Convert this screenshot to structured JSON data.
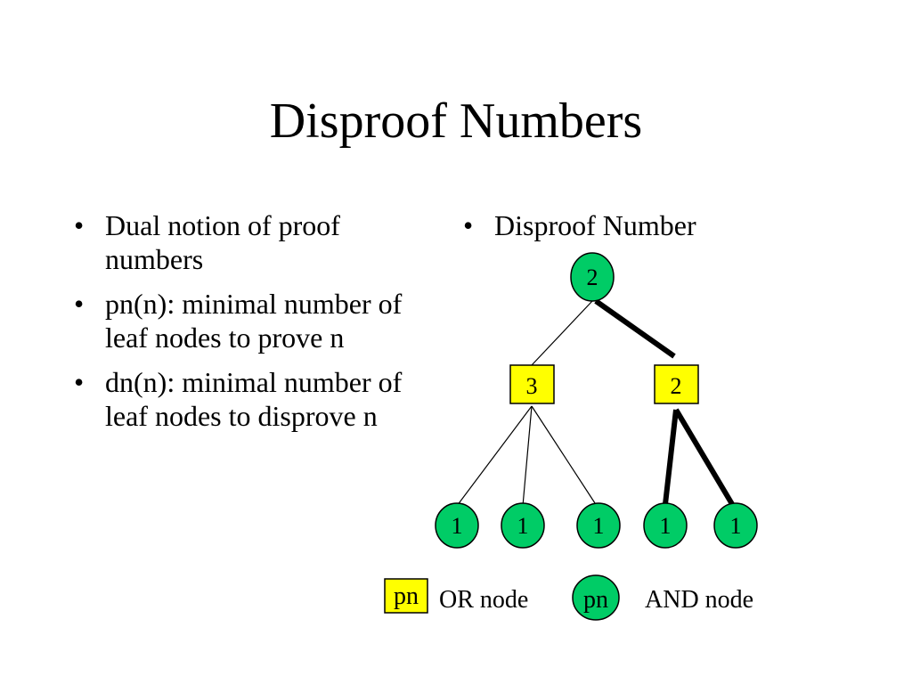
{
  "title": "Disproof Numbers",
  "left_bullets": [
    "Dual notion of proof numbers",
    " pn(n): minimal number of leaf nodes to prove n",
    " dn(n):  minimal number of leaf nodes to disprove n"
  ],
  "right_bullets": [
    "Disproof Number"
  ],
  "tree": {
    "root": "2",
    "level1": [
      "3",
      "2"
    ],
    "leaves": [
      "1",
      "1",
      "1",
      "1",
      "1"
    ]
  },
  "legend": {
    "or_symbol": "pn",
    "or_label": "OR node",
    "and_symbol": "pn",
    "and_label": "AND node"
  },
  "colors": {
    "or_node": "#ffff00",
    "and_node": "#00cc66",
    "line": "#000000"
  }
}
